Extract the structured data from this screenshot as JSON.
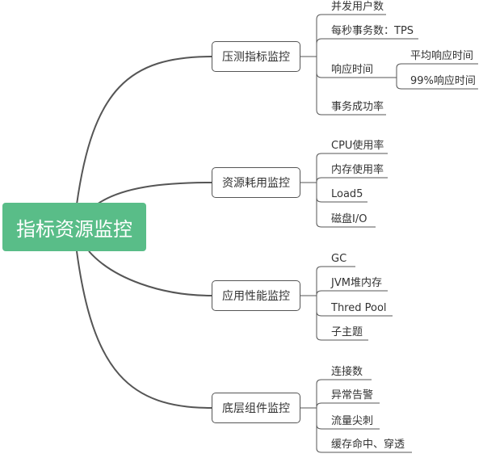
{
  "root": {
    "label": "指标资源监控"
  },
  "branches": [
    {
      "label": "压测指标监控",
      "leaves": [
        {
          "label": "并发用户数"
        },
        {
          "label": "每秒事务数：TPS"
        },
        {
          "label": "响应时间",
          "children": [
            {
              "label": "平均响应时间"
            },
            {
              "label": "99%响应时间"
            }
          ]
        },
        {
          "label": "事务成功率"
        }
      ]
    },
    {
      "label": "资源耗用监控",
      "leaves": [
        {
          "label": "CPU使用率"
        },
        {
          "label": "内存使用率"
        },
        {
          "label": "Load5"
        },
        {
          "label": "磁盘I/O"
        }
      ]
    },
    {
      "label": "应用性能监控",
      "leaves": [
        {
          "label": "GC"
        },
        {
          "label": "JVM堆内存"
        },
        {
          "label": "Thred Pool"
        },
        {
          "label": "子主题"
        }
      ]
    },
    {
      "label": "底层组件监控",
      "leaves": [
        {
          "label": "连接数"
        },
        {
          "label": "异常告警"
        },
        {
          "label": "流量尖刺"
        },
        {
          "label": "缓存命中、穿透"
        }
      ]
    }
  ],
  "colors": {
    "root_bg": "#59bd88",
    "root_text": "#ffffff",
    "line": "#555555",
    "text": "#333333"
  }
}
